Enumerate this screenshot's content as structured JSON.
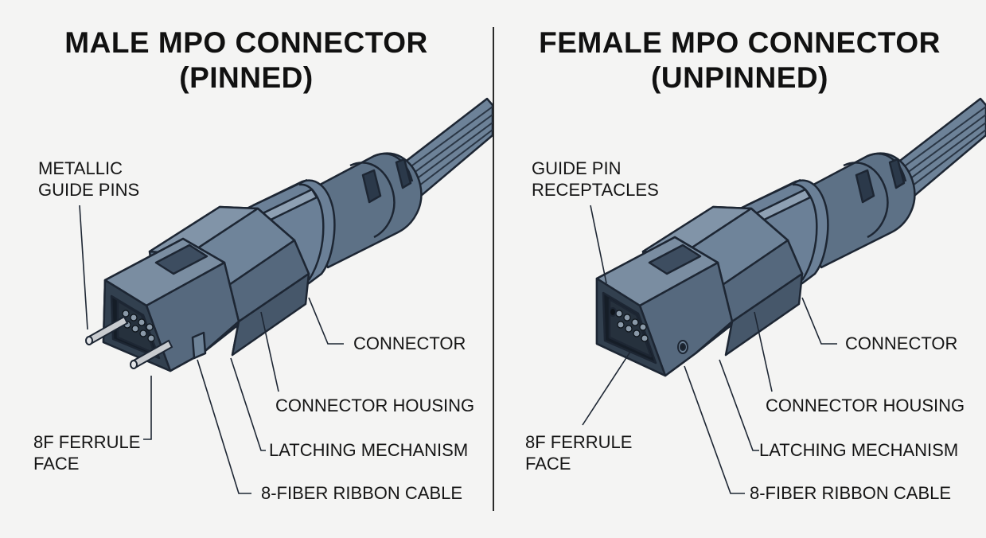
{
  "left": {
    "title_line1": "MALE MPO CONNECTOR",
    "title_line2": "(PINNED)",
    "callout_top": [
      "METALLIC",
      "GUIDE PINS"
    ],
    "callout_face": [
      "8F FERRULE",
      "FACE"
    ],
    "callout_connector": "CONNECTOR",
    "callout_housing": "CONNECTOR HOUSING",
    "callout_latch": "LATCHING MECHANISM",
    "callout_cable": "8-FIBER RIBBON CABLE"
  },
  "right": {
    "title_line1": "FEMALE MPO CONNECTOR",
    "title_line2": "(UNPINNED)",
    "callout_top": [
      "GUIDE PIN",
      "RECEPTACLES"
    ],
    "callout_face": [
      "8F FERRULE",
      "FACE"
    ],
    "callout_connector": "CONNECTOR",
    "callout_housing": "CONNECTOR HOUSING",
    "callout_latch": "LATCHING MECHANISM",
    "callout_cable": "8-FIBER RIBBON CABLE"
  },
  "colors": {
    "body": "#5d7186",
    "body_light": "#7b8ea2",
    "body_dark": "#3c4c5e",
    "outline": "#1d2633",
    "pin": "#c9ccd0",
    "background": "#f4f4f3"
  }
}
